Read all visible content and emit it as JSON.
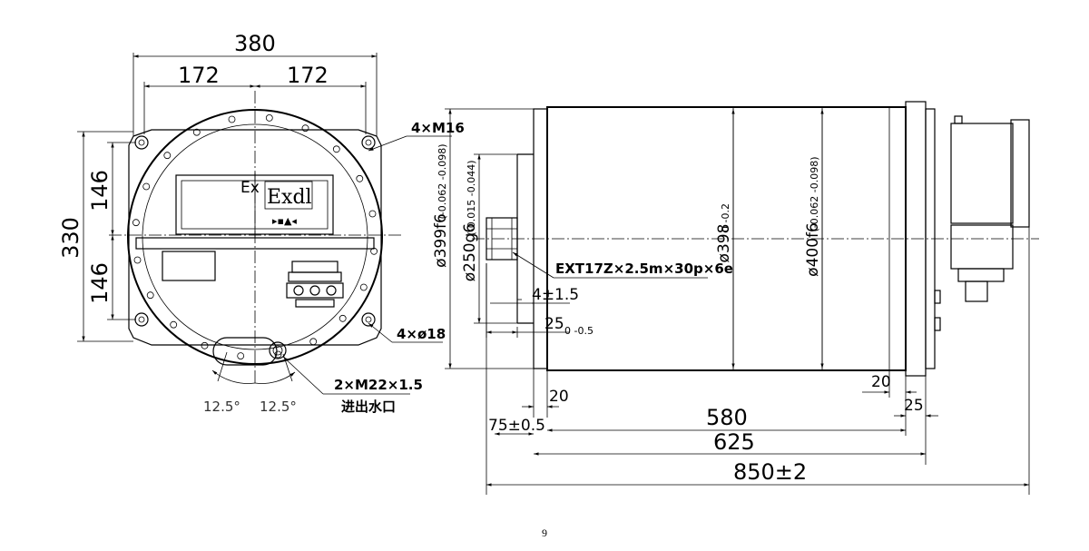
{
  "front_view": {
    "width_overall": "380",
    "half_left": "172",
    "half_right": "172",
    "height_overall": "330",
    "half_top": "146",
    "half_bottom": "146",
    "bolt_note": "4×M16",
    "hole_note": "4×ø18",
    "water_note": "2×M22×1.5",
    "water_note_cn": "进出水口",
    "angle_left": "12.5°",
    "angle_right": "12.5°",
    "ex_mark": "Ex",
    "exd_label": "Exdl"
  },
  "side_view": {
    "dia_399": "ø399f6",
    "dia_399_tol": "(-0.062 -0.098)",
    "dia_250": "ø250g6",
    "dia_250_tol": "(-0.015 -0.044)",
    "dia_398": "ø398",
    "dia_398_tol": "0 -0.2",
    "dia_400": "ø400f6",
    "dia_400_tol": "(-0.062 -0.098)",
    "spline_note": "EXT17Z×2.5m×30p×6e",
    "dim_4": "4±1.5",
    "dim_25_top": "25",
    "dim_25_tol": "0 -0.5",
    "dim_20_left": "20",
    "dim_20_right": "20",
    "dim_25_right": "25",
    "dim_75": "75±0.5",
    "dim_580": "580",
    "dim_625": "625",
    "dim_850": "850±2"
  },
  "page_number": "9"
}
